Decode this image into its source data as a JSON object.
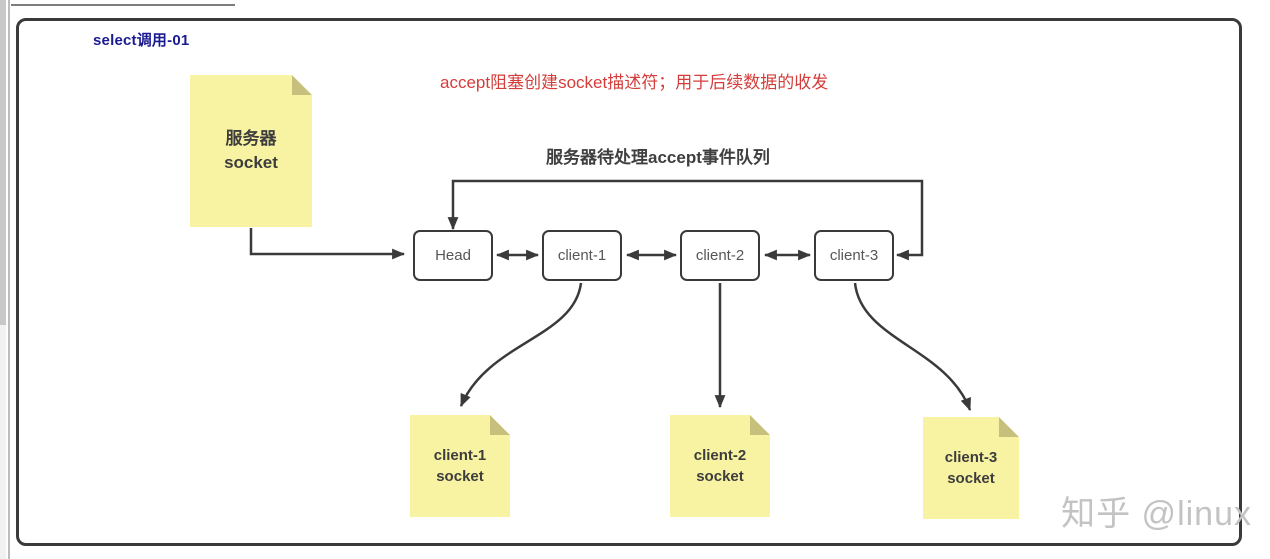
{
  "frame": {
    "title": "select调用-01"
  },
  "annotations": {
    "accept_note": "accept阻塞创建socket描述符；用于后续数据的收发",
    "queue_label": "服务器待处理accept事件队列",
    "watermark": "知乎 @linux"
  },
  "notes": {
    "server": {
      "line1": "服务器",
      "line2": "socket"
    },
    "client1": {
      "line1": "client-1",
      "line2": "socket"
    },
    "client2": {
      "line1": "client-2",
      "line2": "socket"
    },
    "client3": {
      "line1": "client-3",
      "line2": "socket"
    }
  },
  "queue_nodes": [
    {
      "label": "Head"
    },
    {
      "label": "client-1"
    },
    {
      "label": "client-2"
    },
    {
      "label": "client-3"
    }
  ],
  "colors": {
    "note_fill": "#f8f3a2",
    "note_fold": "#c6c07c",
    "node_border": "#3a3a3a",
    "connector": "#3a3a3a",
    "title_text": "#1b1b91",
    "annotation_text": "#d43d3a",
    "label_text": "#3f3f3f",
    "watermark_text": "#c3c3c3"
  }
}
